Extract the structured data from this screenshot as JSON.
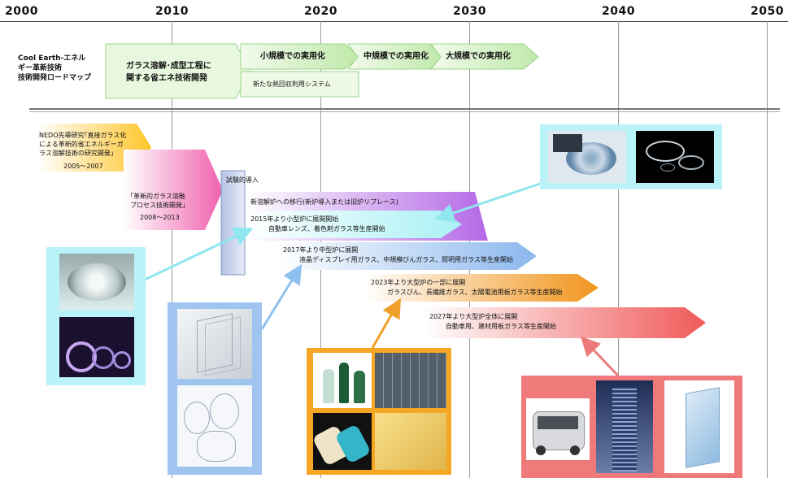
{
  "timeline": {
    "years": [
      "2000",
      "2010",
      "2020",
      "2030",
      "2040",
      "2050"
    ]
  },
  "roadmap": {
    "title_lines": [
      "Cool Earth-エネル",
      "ギー革新技術",
      "技術開発ロードマップ"
    ],
    "main_arrow_lines": [
      "ガラス溶解･成型工程に",
      "関する省エネ技術開発"
    ],
    "small_scale": "小規模での実用化",
    "mid_scale": "中規模での実用化",
    "large_scale": "大規模での実用化",
    "heat_recovery": "新たな熱回収利用システム"
  },
  "research": {
    "nedo_lines": [
      "NEDO先導研究｢直接ガラス化",
      "による革新的省エネルギーガ",
      "ラス溶解技術の研究開発｣"
    ],
    "nedo_years": "2005～2007",
    "innov_lines": [
      "｢革新的ガラス溶融",
      "プロセス技術開発｣"
    ],
    "innov_years": "2008～2013",
    "trial": "試験的導入"
  },
  "deployment": {
    "transition": "新溶解炉への移行(新炉導入または旧炉リプレース)",
    "d2015_l1": "2015年より小型炉に展開開始",
    "d2015_l2": "自動車レンズ、着色剤ガラス等生産開始",
    "d2017_l1": "2017年より中型炉に展開",
    "d2017_l2": "液晶ディスプレイ用ガラス、中規模びんガラス、照明用ガラス等生産開始",
    "d2023_l1": "2023年より大型炉の一部に展開",
    "d2023_l2": "ガラスびん、長繊維ガラス、太陽電池用板ガラス等生産開始",
    "d2027_l1": "2027年より大型炉全体に展開",
    "d2027_l2": "自動車用、建材用板ガラス等生産開始"
  },
  "colors": {
    "green_arrow": "#dff5d3",
    "green_arrow_stroke": "#9bd48a",
    "nedo_orange": "#ffcc44",
    "innov_pink": "#f37ab4",
    "trial_blue": "#c8d3ea",
    "purple": "#c07ce8",
    "cyan": "#b9f3f6",
    "orange": "#f0a02a",
    "red": "#f06a6a",
    "frame_cyan": "#b9f2f7",
    "frame_blue": "#9fc4f0",
    "frame_orange": "#f5a623",
    "frame_pink": "#f07a7a"
  },
  "photos": {
    "cyan_frame": [
      "lens-photo",
      "glass-tubes-photo"
    ],
    "blue_frame": [
      "lcd-glass-photo",
      "light-bulbs-photo"
    ],
    "orange_frame": [
      "glass-bottles-photo",
      "solar-panels-photo",
      "fiber-spools-photo",
      "glass-wool-photo"
    ],
    "pink_frame": [
      "car-photo",
      "building-photo",
      "window-glass-photo"
    ],
    "top_right_frame": [
      "hard-disk-photo",
      "optical-lens-photo"
    ]
  }
}
